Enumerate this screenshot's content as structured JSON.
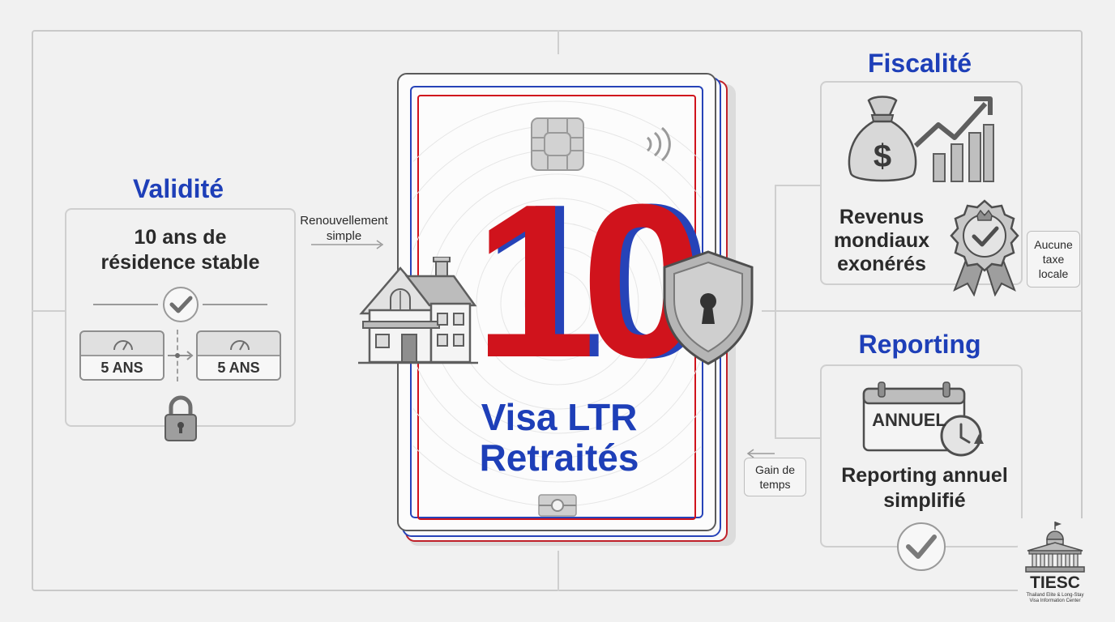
{
  "validite": {
    "title": "Validité",
    "main_line1": "10 ans de",
    "main_line2": "résidence stable",
    "period_left": "5 ANS",
    "period_right": "5 ANS",
    "callout_line1": "Renouvellement",
    "callout_line2": "simple"
  },
  "card": {
    "number": "10",
    "line1": "Visa LTR",
    "line2": "Retraités"
  },
  "fiscalite": {
    "title": "Fiscalité",
    "main_line1": "Revenus",
    "main_line2": "mondiaux",
    "main_line3": "exonérés",
    "callout_line1": "Aucune",
    "callout_line2": "taxe",
    "callout_line3": "locale"
  },
  "reporting": {
    "title": "Reporting",
    "calendar_label": "ANNUEL",
    "main_line1": "Reporting annuel",
    "main_line2": "simplifié",
    "callout_line1": "Gain de",
    "callout_line2": "temps"
  },
  "logo": {
    "name": "TIESC",
    "sub_line1": "Thailand Elite & Long-Stay",
    "sub_line2": "Visa Information Center"
  },
  "colors": {
    "blue": "#1e3fb8",
    "red": "#d0131c",
    "gray": "#8e8e8e",
    "background": "#f1f1f1"
  }
}
